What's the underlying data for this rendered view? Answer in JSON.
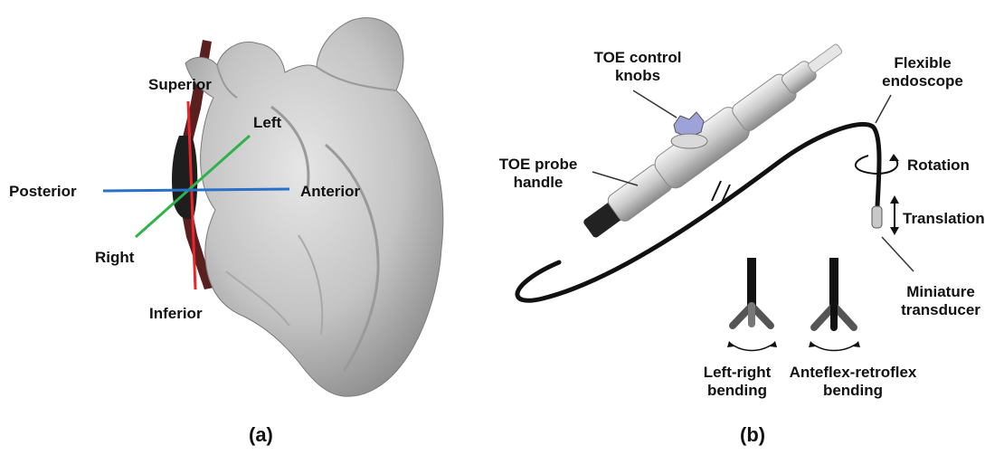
{
  "panel_a": {
    "caption": "(a)",
    "labels": {
      "superior": "Superior",
      "inferior": "Inferior",
      "left": "Left",
      "right": "Right",
      "posterior": "Posterior",
      "anterior": "Anterior"
    },
    "colors": {
      "superior_inferior_axis": "#e8262b",
      "left_right_axis": "#2db34a",
      "posterior_anterior_axis": "#2a6fc9",
      "esophagus": "#5a1f1f",
      "heart": "#c8c8c8"
    }
  },
  "panel_b": {
    "caption": "(b)",
    "labels": {
      "control_knobs_line1": "TOE control",
      "control_knobs_line2": "knobs",
      "flexible_line1": "Flexible",
      "flexible_line2": "endoscope",
      "handle_line1": "TOE probe",
      "handle_line2": "handle",
      "rotation": "Rotation",
      "translation": "Translation",
      "transducer_line1": "Miniature",
      "transducer_line2": "transducer",
      "lr_line1": "Left-right",
      "lr_line2": "bending",
      "af_line1": "Anteflex-retroflex",
      "af_line2": "bending"
    },
    "colors": {
      "knob": "#9da3d8",
      "handle": "#d4d4d4",
      "cable": "#111111"
    }
  }
}
